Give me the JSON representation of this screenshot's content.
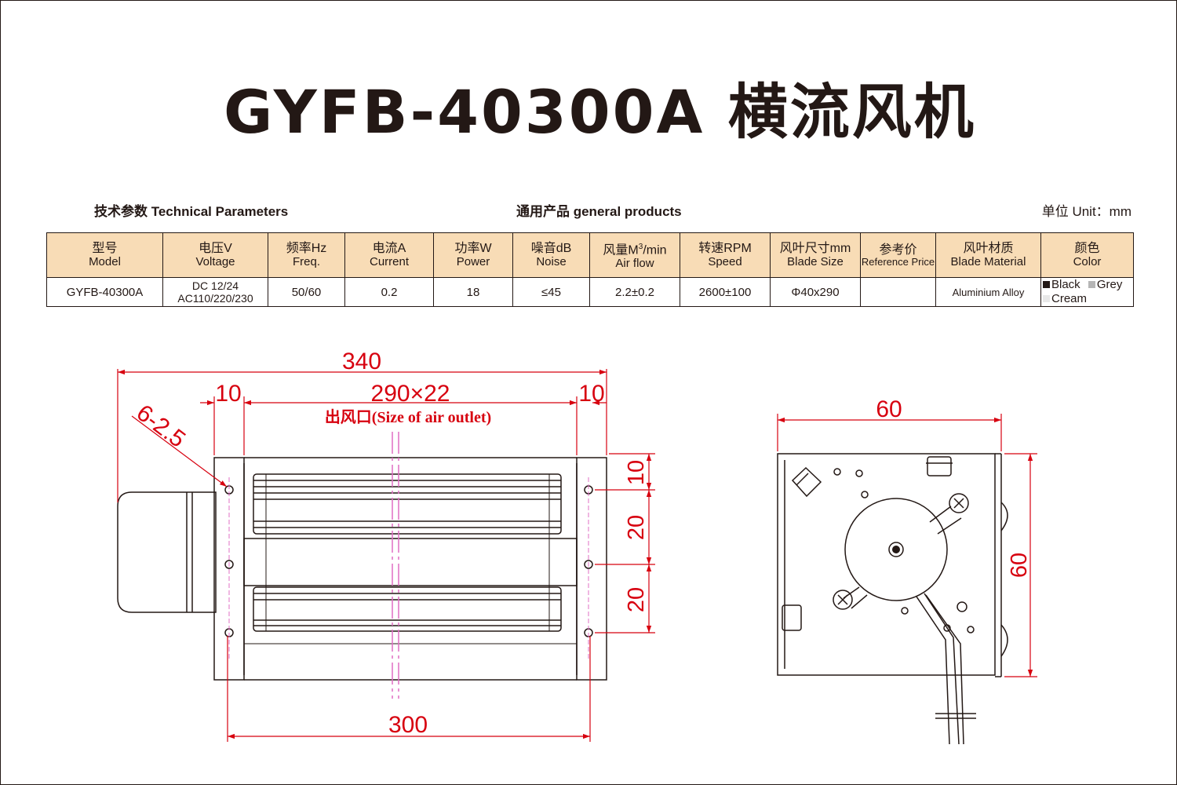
{
  "title": "GYFB-40300A 横流风机",
  "subtitles": {
    "technical": "技术参数 Technical Parameters",
    "general": "通用产品 general products",
    "unit": "单位 Unit：mm"
  },
  "table": {
    "headers": [
      {
        "zh": "型号",
        "en": "Model"
      },
      {
        "zh": "电压V",
        "en": "Voltage"
      },
      {
        "zh": "频率Hz",
        "en": "Freq."
      },
      {
        "zh": "电流A",
        "en": "Current"
      },
      {
        "zh": "功率W",
        "en": "Power"
      },
      {
        "zh": "噪音dB",
        "en": "Noise"
      },
      {
        "zh_pre": "风量M",
        "zh_sup": "3",
        "zh_post": "/min",
        "en": "Air flow"
      },
      {
        "zh": "转速RPM",
        "en": "Speed"
      },
      {
        "zh": "风叶尺寸mm",
        "en": "Blade Size"
      },
      {
        "zh": "参考价",
        "en": "Reference Price"
      },
      {
        "zh": "风叶材质",
        "en": "Blade Material"
      },
      {
        "zh": "颜色",
        "en": "Color"
      }
    ],
    "row": {
      "model": "GYFB-40300A",
      "voltage_dc": "DC  12/24",
      "voltage_ac": "AC110/220/230",
      "freq": "50/60",
      "current": "0.2",
      "power": "18",
      "noise": "≤45",
      "airflow": "2.2±0.2",
      "speed": "2600±100",
      "blade_size": "Φ40x290",
      "price": "",
      "material": "Aluminium Alloy",
      "colors": [
        {
          "name": "Black",
          "swatch": "#231815"
        },
        {
          "name": "Grey",
          "swatch": "#b5b5b5"
        },
        {
          "name": "Cream",
          "swatch": "#e8e8e8"
        }
      ]
    }
  },
  "front_view": {
    "dim_overall": "340",
    "dim_left_margin": "10",
    "dim_outlet": "290×22",
    "dim_right_margin": "10",
    "dim_holes": "6-2.5",
    "outlet_label": "出风口(Size of  air outlet)",
    "dim_mount_span": "300",
    "dim_top_offset": "10",
    "dim_hole_pitch_1": "20",
    "dim_hole_pitch_2": "20"
  },
  "side_view": {
    "dim_width": "60",
    "dim_height": "60"
  },
  "colors": {
    "table_header_bg": "#f8dcb6",
    "dimension_red": "#d7000f",
    "outline": "#231815",
    "hole_pink": "#e06fc4"
  }
}
